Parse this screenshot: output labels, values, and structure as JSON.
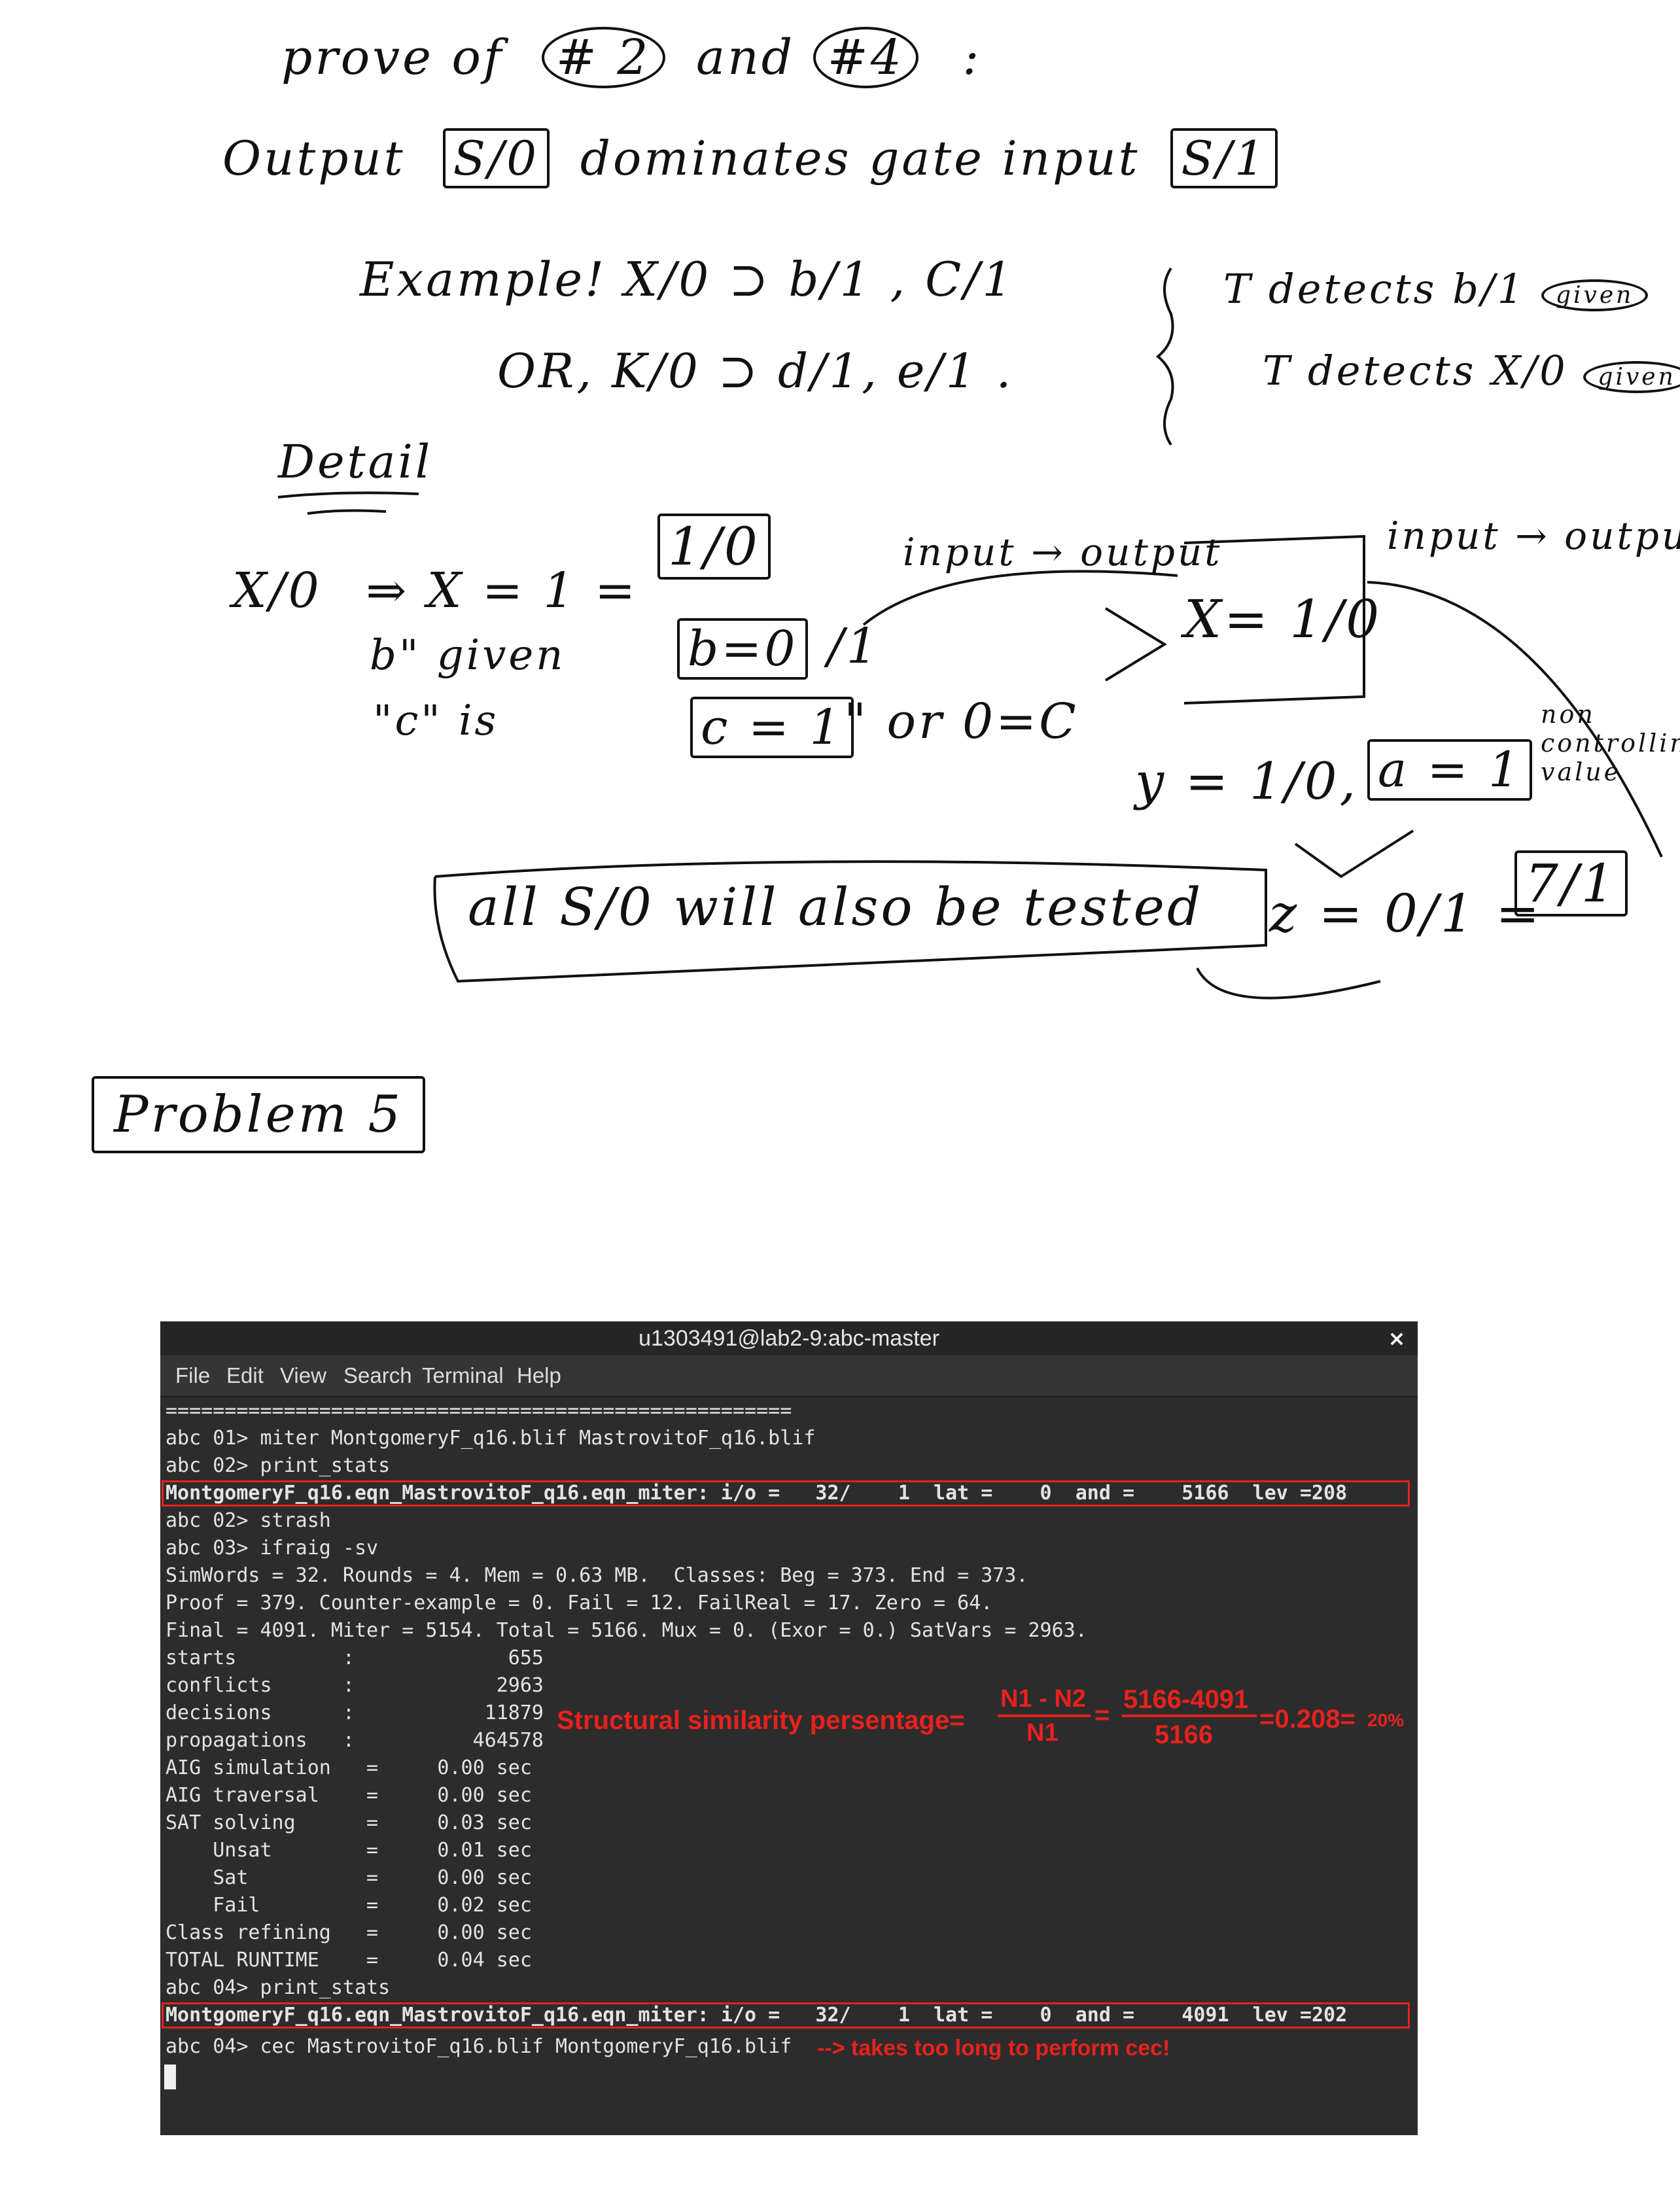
{
  "notes": {
    "line1": {
      "prefix": "prove of",
      "n1": "# 2",
      "and": "and",
      "n2": "#4",
      "colon": ":"
    },
    "line2": {
      "output": "Output",
      "box1": "S/0",
      "mid": "dominates gate input",
      "box2": "S/1"
    },
    "line3": {
      "example": "Example! X/0 ⊃ b/1 , C/1",
      "right": "T detects b/1",
      "given": "given"
    },
    "line4": {
      "or": "OR, K/0 ⊃ d/1, e/1 .",
      "right": "T detects X/0",
      "given": "given"
    },
    "detail": "Detail",
    "d1": {
      "lhs": "X/0",
      "arrow": "⇒ X = 1 =",
      "box": "1/0",
      "note1": "input → output",
      "note2": "input → output"
    },
    "d2": {
      "b": "b\" given",
      "box_b": "b=0",
      "slash": "/1",
      "mid": "\" or 0=C",
      "gate_box": "X= 1/0"
    },
    "d3": {
      "c": "\"c\" is",
      "box_c": "c = 1",
      "y": "y = 1/0,",
      "a_box": "a = 1",
      "non_ctrl": "non controlling value"
    },
    "d4": {
      "all": "all S/0 will also be tested",
      "z": "z = 0/1 =",
      "z_box": "7/1"
    },
    "problem": "Problem 5"
  },
  "terminal": {
    "title": "u1303491@lab2-9:abc-master",
    "close": "×",
    "menu": [
      "File",
      "Edit",
      "View",
      "Search",
      "Terminal",
      "Help"
    ],
    "lines": [
      "=====================================================",
      "abc 01> miter MontgomeryF_q16.blif MastrovitoF_q16.blif",
      "abc 02> print_stats",
      "MontgomeryF_q16.eqn_MastrovitoF_q16.eqn_miter: i/o =   32/    1  lat =    0  and =    5166  lev =208",
      "abc 02> strash",
      "abc 03> ifraig -sv",
      "SimWords = 32. Rounds = 4. Mem = 0.63 MB.  Classes: Beg = 373. End = 373.",
      "Proof = 379. Counter-example = 0. Fail = 12. FailReal = 17. Zero = 64.",
      "Final = 4091. Miter = 5154. Total = 5166. Mux = 0. (Exor = 0.) SatVars = 2963.",
      "starts         :             655",
      "conflicts      :            2963",
      "decisions      :           11879",
      "propagations   :          464578",
      "AIG simulation   =     0.00 sec",
      "AIG traversal    =     0.00 sec",
      "SAT solving      =     0.03 sec",
      "    Unsat        =     0.01 sec",
      "    Sat          =     0.00 sec",
      "    Fail         =     0.02 sec",
      "Class refining   =     0.00 sec",
      "TOTAL RUNTIME    =     0.04 sec",
      "abc 04> print_stats",
      "MontgomeryF_q16.eqn_MastrovitoF_q16.eqn_miter: i/o =   32/    1  lat =    0  and =    4091  lev =202",
      "abc 04> cec MastrovitoF_q16.blif MontgomeryF_q16.blif"
    ],
    "bold_prefix": "MontgomeryF_q16.eqn_MastrovitoF_q16.eqn_miter:",
    "annotation": {
      "label": "Structural similarity persentage=",
      "num1": "N1 - N2",
      "den1": "N1",
      "eq": "=",
      "num2": "5166-4091",
      "den2": "5166",
      "result": "=0.208=",
      "percent": "20%",
      "cec_note": "--> takes too long to perform cec!"
    }
  },
  "colors": {
    "terminal_bg": "#2c2c2c",
    "annotation_red": "#e8211d"
  }
}
